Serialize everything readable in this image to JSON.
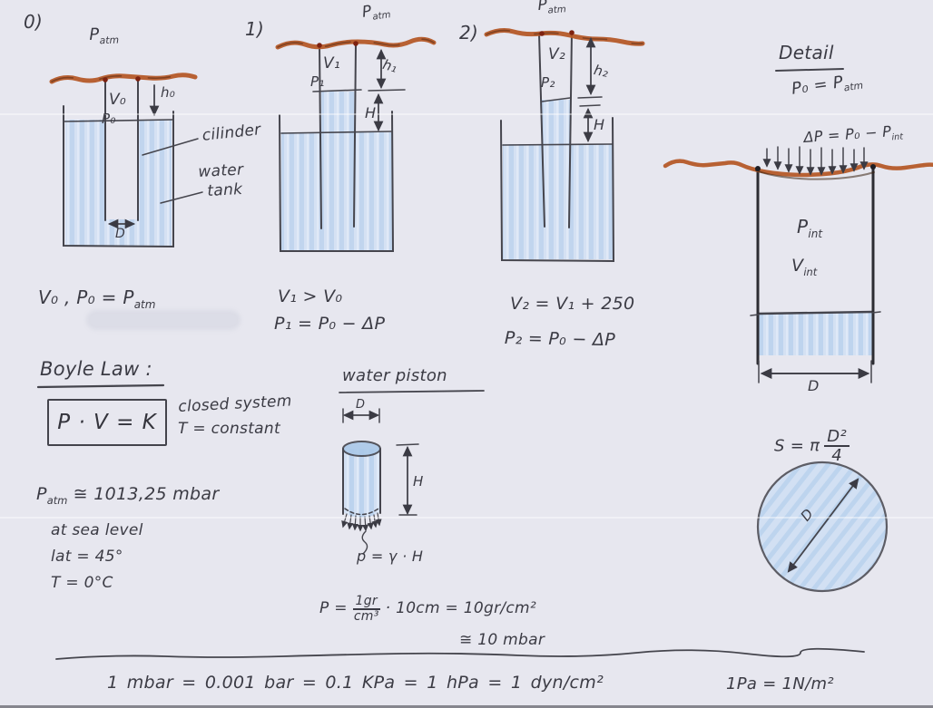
{
  "colors": {
    "paper": "#e7e7ef",
    "pencil_ink": "#3b3b44",
    "marker_orange": "#b55a28",
    "water_blue": "#b4cfee"
  },
  "figures": {
    "fig0": {
      "index": "0)",
      "patm_base": "P",
      "patm_sub": "atm",
      "v": "V₀",
      "p": "P₀",
      "h": "h₀",
      "d": "D",
      "cylinder_label": "cilinder",
      "tank_label_1": "water",
      "tank_label_2": "tank",
      "caption_pre": "V₀ , P₀ = P",
      "caption_sub": "atm"
    },
    "fig1": {
      "index": "1)",
      "patm_base": "P",
      "patm_sub": "atm",
      "v": "V₁",
      "p": "P₁",
      "h": "h₁",
      "height": "H",
      "eq1": "V₁ > V₀",
      "eq2": "P₁ = P₀ − ΔP"
    },
    "fig2": {
      "index": "2)",
      "patm_base": "P",
      "patm_sub": "atm",
      "v": "V₂",
      "p": "P₂",
      "h": "h₂",
      "height": "H",
      "eq1": "V₂ = V₁ + 250",
      "eq2": "P₂ = P₀ − ΔP"
    }
  },
  "detail": {
    "title": "Detail",
    "p0_pre": "P₀ = P",
    "p0_sub": "atm",
    "dp_pre": "ΔP = P₀ − P",
    "dp_sub": "int",
    "p_base": "P",
    "p_sub": "int",
    "v_base": "V",
    "v_sub": "int",
    "d": "D",
    "s_pre": "S = π",
    "s_num": "D²",
    "s_den": "4",
    "circle_d": "D"
  },
  "boyle": {
    "title": "Boyle Law :",
    "formula": "P · V = K",
    "note1": "closed system",
    "note2": "T = constant"
  },
  "atmosphere": {
    "p_base": "P",
    "p_sub": "atm",
    "value": "≅ 1013,25 mbar",
    "line2": "at sea level",
    "line3": "lat = 45°",
    "line4": "T = 0°C"
  },
  "piston": {
    "title": "water piston",
    "d": "D",
    "height": "H",
    "pressure_eq": "p = γ · H",
    "calc_pre": "P =",
    "calc_num": "1gr",
    "calc_den": "cm³",
    "calc_mid": "· 10cm = 10gr/cm²",
    "calc_approx": "≅ 10 mbar"
  },
  "conversions": {
    "main": "1 mbar = 0.001 bar = 0.1 KPa = 1 hPa = 1 dyn/cm²",
    "pascal": "1Pa = 1N/m²"
  }
}
